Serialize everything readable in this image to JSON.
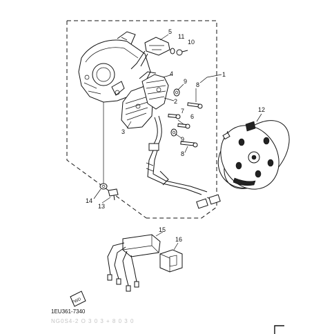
{
  "callouts": {
    "c1": "1",
    "c2": "2",
    "c3": "3",
    "c4": "4",
    "c5": "5",
    "c6": "6",
    "c7": "7",
    "c8a": "8",
    "c8b": "8",
    "c9a": "9",
    "c9b": "9",
    "c10": "10",
    "c11": "11",
    "c12": "12",
    "c13": "13",
    "c14": "14",
    "c15": "15",
    "c16": "16"
  },
  "fwd_label": "FWD",
  "diagram_code": "1EU361-7340",
  "faint_caption": "NG0S4-2 O 3 0 3 + 8 0 3 0"
}
